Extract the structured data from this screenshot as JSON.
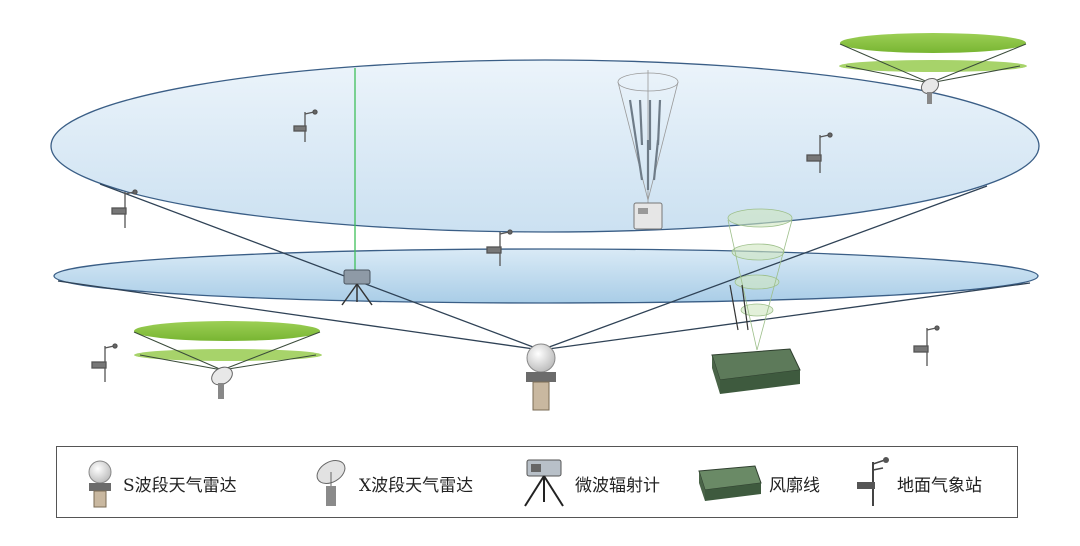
{
  "legend": {
    "s_band_radar": "S波段天气雷达",
    "x_band_radar": "X波段天气雷达",
    "microwave_radiometer": "微波辐射计",
    "wind_profiler": "风廓线",
    "surface_station": "地面气象站"
  },
  "colors": {
    "upper_disk_fill": "#d6e7f3",
    "lower_disk_fill": "#bcd9ec",
    "disk_stroke": "#3a5e86",
    "coverage_green": "#8cc63f",
    "vertical_line": "#3fbf5a",
    "link_line": "#2f4256"
  }
}
